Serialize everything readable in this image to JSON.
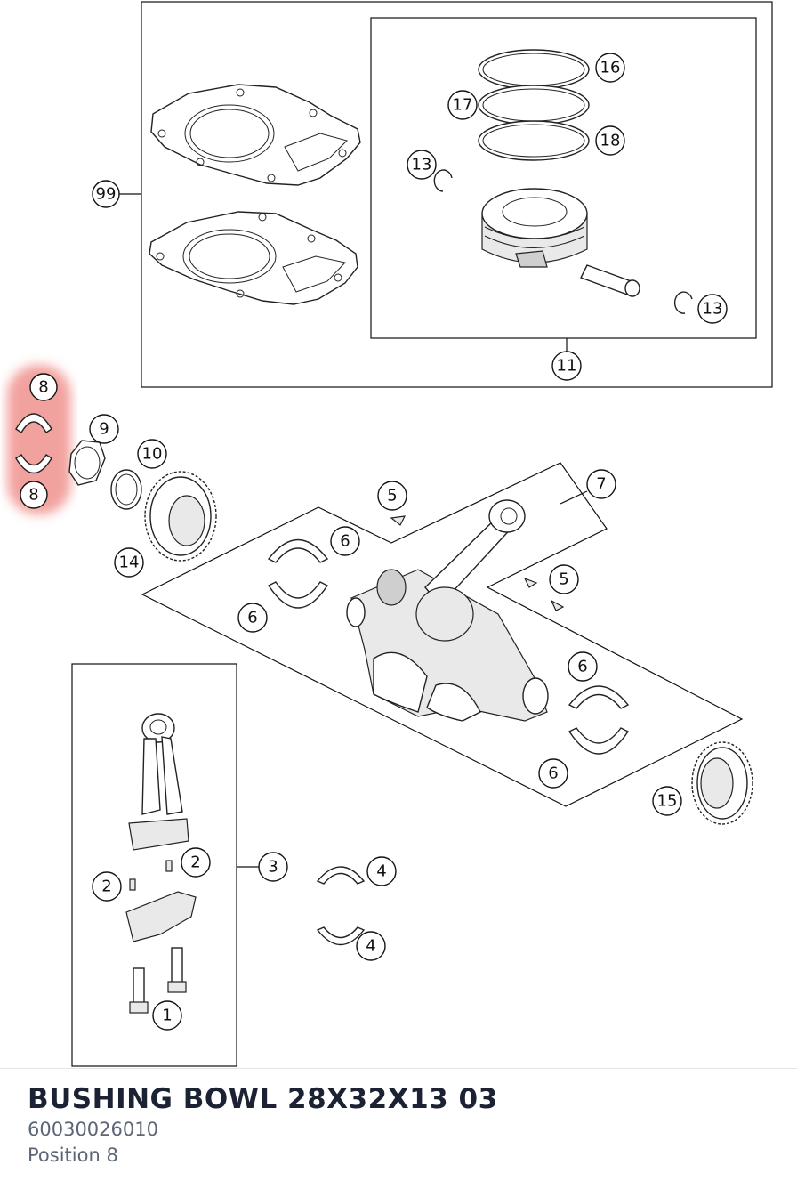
{
  "diagram": {
    "highlight_color": "#e8554e",
    "callouts": [
      "99",
      "16",
      "17",
      "18",
      "13",
      "13",
      "11",
      "8",
      "8",
      "9",
      "10",
      "14",
      "5",
      "7",
      "6",
      "6",
      "5",
      "6",
      "6",
      "15",
      "3",
      "2",
      "2",
      "4",
      "4",
      "1"
    ]
  },
  "selected_part": {
    "name": "BUSHING BOWL 28X32X13 03",
    "part_number": "60030026010",
    "position_label": "Position 8"
  }
}
